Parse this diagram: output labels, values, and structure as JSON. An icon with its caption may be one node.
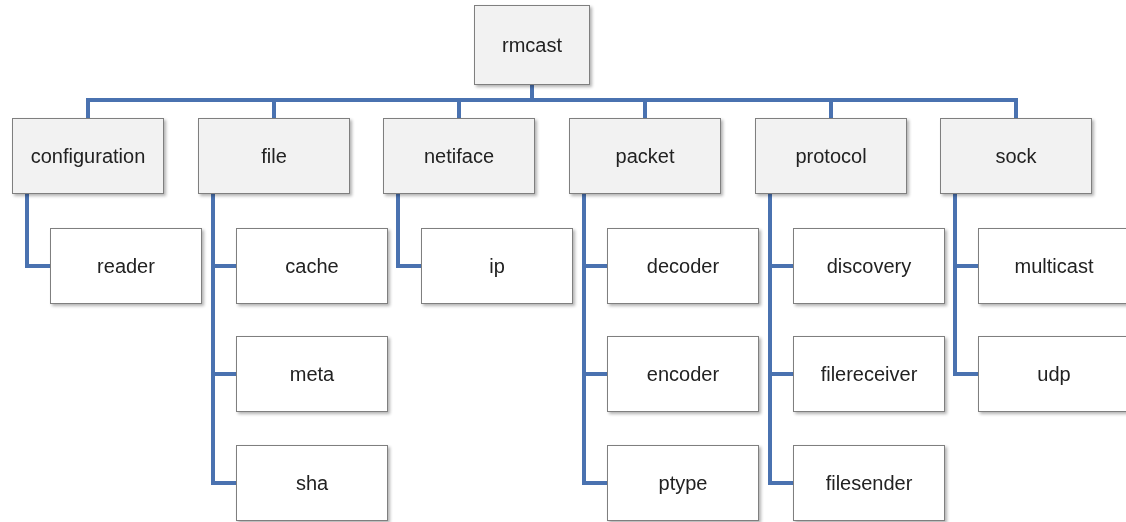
{
  "diagram": {
    "nodes": [
      {
        "text": [
          "rmcast"
        ]
      },
      {
        "text": [
          "configuration"
        ]
      },
      {
        "text": [
          "file"
        ]
      },
      {
        "text": [
          "netiface"
        ]
      },
      {
        "text": [
          "packet"
        ]
      },
      {
        "text": [
          "protocol"
        ]
      },
      {
        "text": [
          "sock"
        ]
      },
      {
        "text": [
          "reader"
        ]
      },
      {
        "text": [
          "cache"
        ]
      },
      {
        "text": [
          "meta"
        ]
      },
      {
        "text": [
          "sha"
        ]
      },
      {
        "text": [
          "ip"
        ]
      },
      {
        "text": [
          "decoder"
        ]
      },
      {
        "text": [
          "encoder"
        ]
      },
      {
        "text": [
          "ptype"
        ]
      },
      {
        "text": [
          "discovery"
        ]
      },
      {
        "text": [
          "filereceiver"
        ]
      },
      {
        "text": [
          "filesender"
        ]
      },
      {
        "text": [
          "multicast"
        ]
      },
      {
        "text": [
          "udp"
        ]
      }
    ],
    "edges": [
      {
        "from": 0,
        "to": 1,
        "arrow": "none"
      },
      {
        "from": 0,
        "to": 2,
        "arrow": "none"
      },
      {
        "from": 0,
        "to": 3,
        "arrow": "none"
      },
      {
        "from": 0,
        "to": 4,
        "arrow": "none"
      },
      {
        "from": 0,
        "to": 5,
        "arrow": "none"
      },
      {
        "from": 0,
        "to": 6,
        "arrow": "none"
      },
      {
        "from": 1,
        "to": 7,
        "arrow": "none"
      },
      {
        "from": 2,
        "to": 8,
        "arrow": "none"
      },
      {
        "from": 2,
        "to": 9,
        "arrow": "none"
      },
      {
        "from": 2,
        "to": 10,
        "arrow": "none"
      },
      {
        "from": 3,
        "to": 11,
        "arrow": "none"
      },
      {
        "from": 4,
        "to": 12,
        "arrow": "none"
      },
      {
        "from": 4,
        "to": 13,
        "arrow": "none"
      },
      {
        "from": 4,
        "to": 14,
        "arrow": "none"
      },
      {
        "from": 5,
        "to": 15,
        "arrow": "none"
      },
      {
        "from": 5,
        "to": 16,
        "arrow": "none"
      },
      {
        "from": 5,
        "to": 17,
        "arrow": "none"
      },
      {
        "from": 6,
        "to": 18,
        "arrow": "none"
      },
      {
        "from": 6,
        "to": 19,
        "arrow": "none"
      }
    ]
  }
}
